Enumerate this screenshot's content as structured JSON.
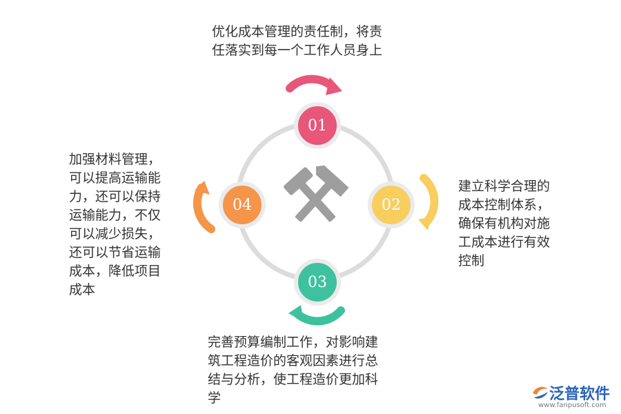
{
  "steps": [
    {
      "number": "01",
      "color": "#e8567a",
      "text": "优化成本管理的责任制，将责\n任落实到每一个工作人员身上"
    },
    {
      "number": "02",
      "color": "#f8ce5f",
      "text": "建立科学合理的\n成本控制体系，\n确保有机构对施\n工成本进行有效\n控制"
    },
    {
      "number": "03",
      "color": "#3ec19e",
      "text": "完善预算编制工作，对影响建\n筑工程造价的客观因素进行总\n结与分析，使工程造价更加科\n学"
    },
    {
      "number": "04",
      "color": "#f4954a",
      "text": "加强材料管理，\n可以提高运输能\n力，还可以保持\n运输能力，不仅\n可以减少损失，\n还可以节省运输\n成本，降低项目\n成本"
    }
  ],
  "center_icon": "crossed-hammers-icon",
  "logo": {
    "name": "泛普软件",
    "url": "www.fanpusoft.com",
    "color": "#2b63b8"
  }
}
